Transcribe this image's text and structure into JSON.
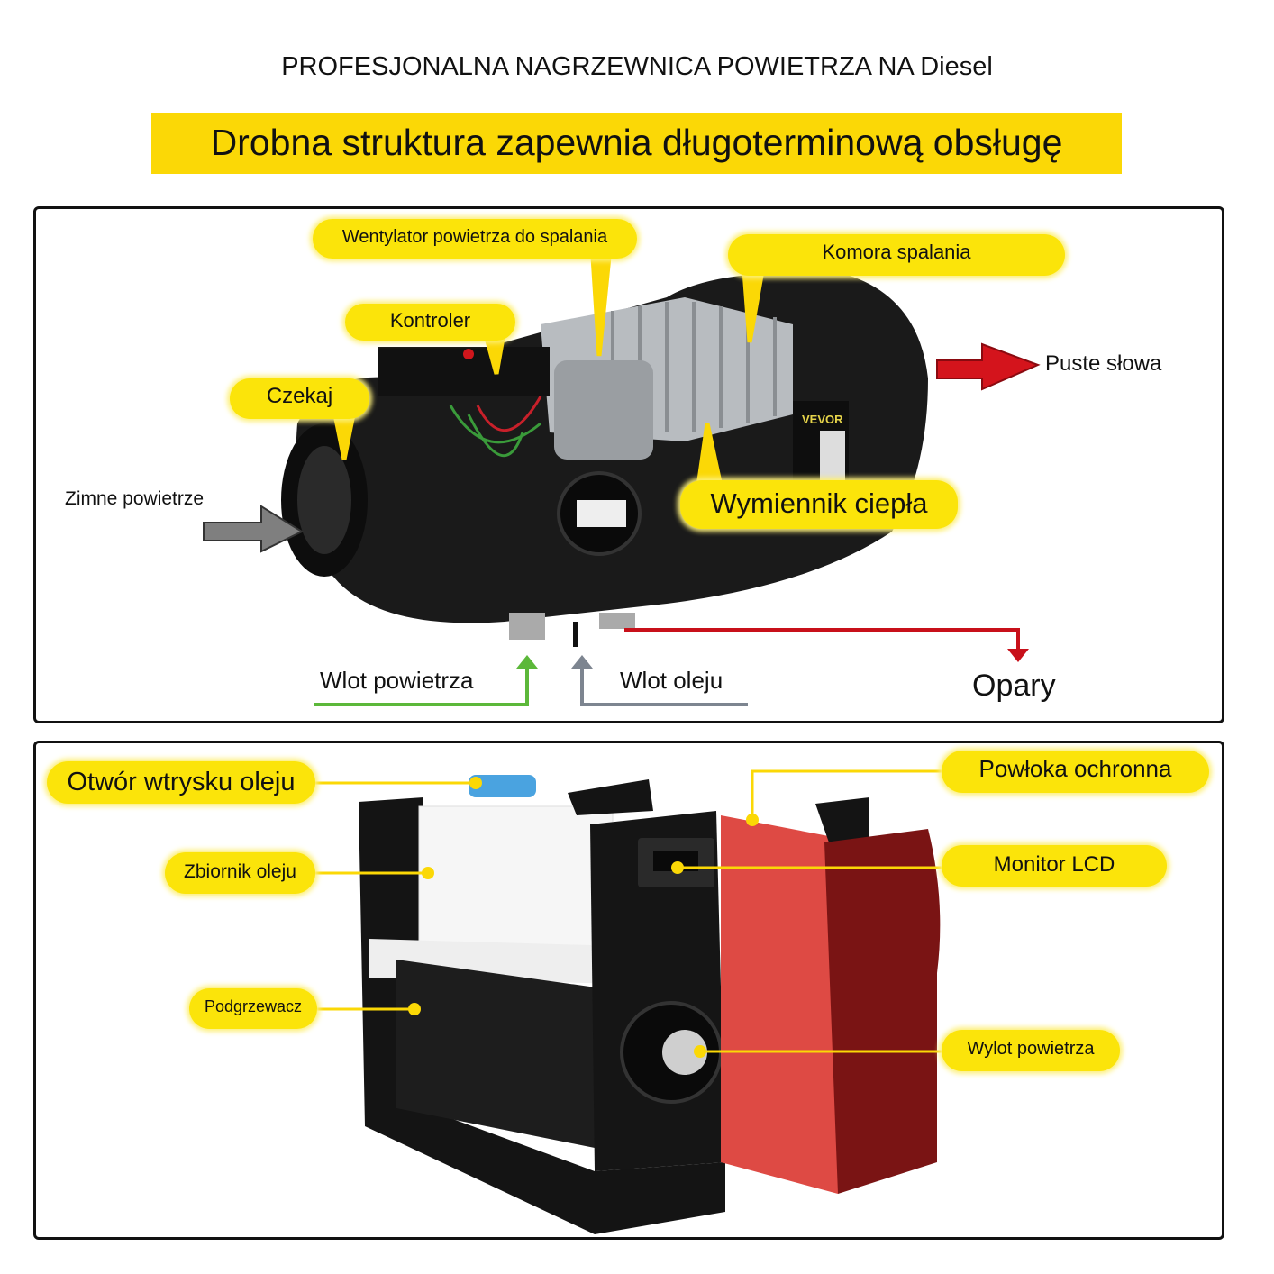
{
  "header": {
    "title": "PROFESJONALNA NAGRZEWNICA POWIETRZA NA Diesel",
    "banner": "Drobna struktura zapewnia długoterminową obsługę"
  },
  "top_panel": {
    "brand": "VEVOR",
    "labels": {
      "fan": "Wentylator powietrza do spalania",
      "chamber": "Komora spalania",
      "controller": "Kontroler",
      "wait": "Czekaj",
      "exchanger": "Wymiennik ciepła",
      "empty": "Puste słowa",
      "cold_air": "Zimne powietrze",
      "air_inlet": "Wlot powietrza",
      "oil_inlet": "Wlot oleju",
      "fumes": "Opary"
    },
    "colors": {
      "air_inlet": "#5cb83a",
      "oil_inlet": "#7d8590",
      "fumes": "#c8101a"
    }
  },
  "bottom_panel": {
    "labels": {
      "oil_port": "Otwór wtrysku oleju",
      "tank": "Zbiornik oleju",
      "heater": "Podgrzewacz",
      "cover": "Powłoka ochronna",
      "lcd": "Monitor LCD",
      "outlet": "Wylot powietrza"
    }
  },
  "accent": "#fbd806"
}
